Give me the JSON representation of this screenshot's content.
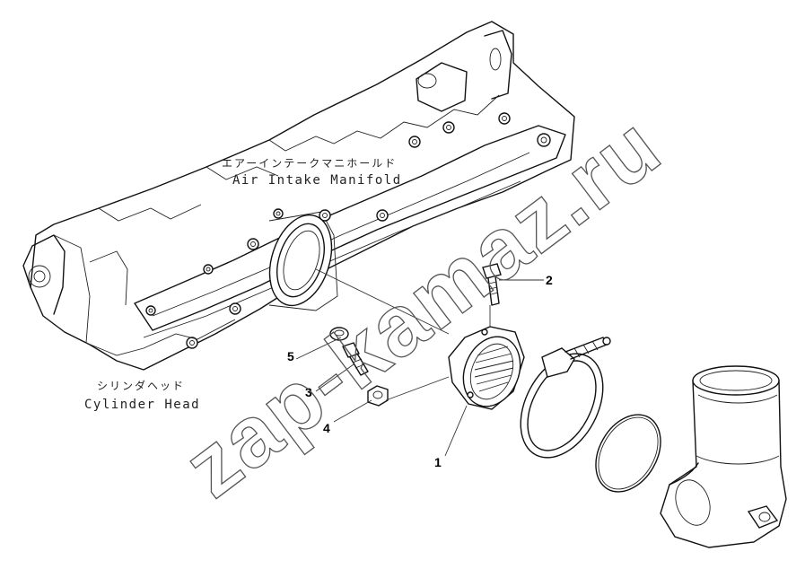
{
  "labels": {
    "manifold_jp": "エアーインテークマニホールド",
    "manifold_en": "Air Intake Manifold",
    "head_jp": "シリンダヘッド",
    "head_en": "Cylinder Head"
  },
  "callouts": [
    "1",
    "2",
    "3",
    "4",
    "5"
  ],
  "watermark": "zap-kamaz.ru"
}
